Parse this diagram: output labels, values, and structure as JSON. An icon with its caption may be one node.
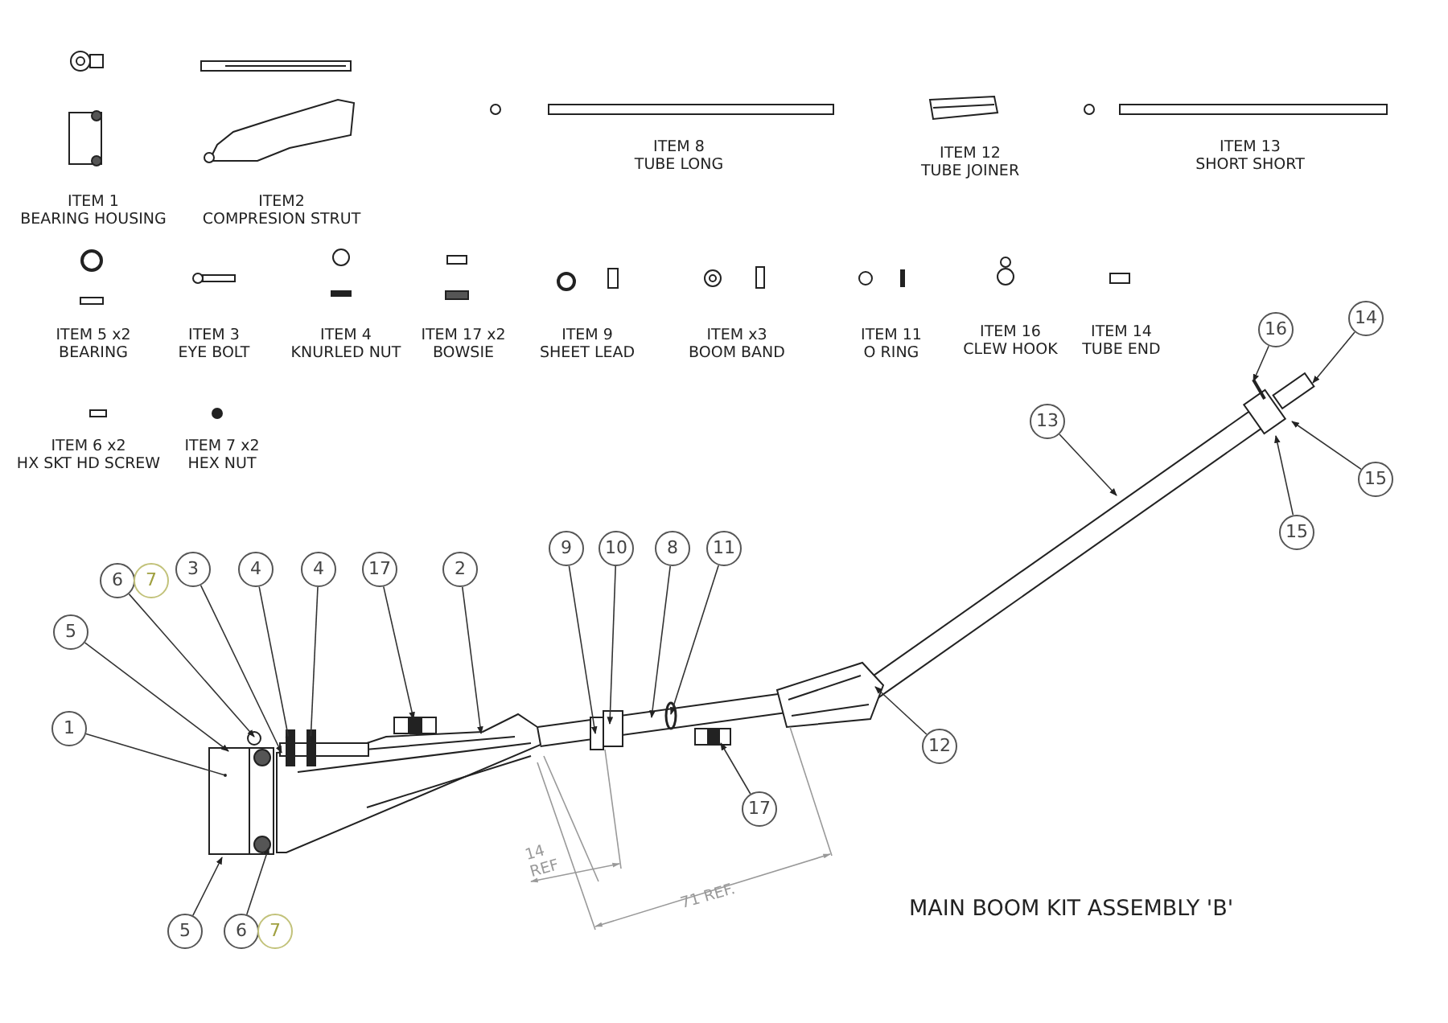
{
  "diagram": {
    "title": "MAIN BOOM KIT ASSEMBLY 'B'",
    "nodes": [
      {
        "text": [
          "16"
        ]
      },
      {
        "text": [
          "14"
        ]
      },
      {
        "text": [
          "13"
        ]
      },
      {
        "text": [
          "15"
        ]
      },
      {
        "text": [
          "15"
        ]
      },
      {
        "text": [
          "6"
        ]
      },
      {
        "text": [
          "7"
        ]
      },
      {
        "text": [
          "3"
        ]
      },
      {
        "text": [
          "4"
        ]
      },
      {
        "text": [
          "4"
        ]
      },
      {
        "text": [
          "17"
        ]
      },
      {
        "text": [
          "2"
        ]
      },
      {
        "text": [
          "9"
        ]
      },
      {
        "text": [
          "10"
        ]
      },
      {
        "text": [
          "8"
        ]
      },
      {
        "text": [
          "11"
        ]
      },
      {
        "text": [
          "5"
        ]
      },
      {
        "text": [
          "1"
        ]
      },
      {
        "text": [
          "12"
        ]
      },
      {
        "text": [
          "17"
        ]
      },
      {
        "text": [
          "5"
        ]
      },
      {
        "text": [
          "6"
        ]
      },
      {
        "text": [
          "7"
        ]
      }
    ],
    "edges": [
      {
        "from": 0,
        "to": null,
        "arrow": "to"
      },
      {
        "from": 1,
        "to": null,
        "arrow": "to"
      },
      {
        "from": 2,
        "to": null,
        "arrow": "to"
      },
      {
        "from": 3,
        "to": null,
        "arrow": "to"
      },
      {
        "from": 4,
        "to": null,
        "arrow": "to"
      },
      {
        "from": 5,
        "to": null,
        "arrow": "to"
      },
      {
        "from": 7,
        "to": null,
        "arrow": "to"
      },
      {
        "from": 8,
        "to": null,
        "arrow": "to"
      },
      {
        "from": 9,
        "to": null,
        "arrow": "to"
      },
      {
        "from": 10,
        "to": null,
        "arrow": "to"
      },
      {
        "from": 11,
        "to": null,
        "arrow": "to"
      },
      {
        "from": 12,
        "to": null,
        "arrow": "to"
      },
      {
        "from": 13,
        "to": null,
        "arrow": "to"
      },
      {
        "from": 14,
        "to": null,
        "arrow": "to"
      },
      {
        "from": 15,
        "to": null,
        "arrow": "to"
      },
      {
        "from": 16,
        "to": null,
        "arrow": "to"
      },
      {
        "from": 17,
        "to": null,
        "arrow": "other"
      },
      {
        "from": 18,
        "to": null,
        "arrow": "to"
      },
      {
        "from": 19,
        "to": null,
        "arrow": "to"
      },
      {
        "from": 20,
        "to": null,
        "arrow": "to"
      },
      {
        "from": 21,
        "to": null,
        "arrow": "to"
      }
    ],
    "labels": [
      "ITEM 1 BEARING HOUSING",
      "ITEM2 COMPRESION STRUT",
      "ITEM 8 TUBE LONG",
      "ITEM 12 TUBE JOINER",
      "ITEM 13 SHORT SHORT",
      "ITEM 5 x2 BEARING",
      "ITEM 3 EYE BOLT",
      "ITEM 4 KNURLED NUT",
      "ITEM 17 x2 BOWSIE",
      "ITEM 9 SHEET LEAD",
      "ITEM x3 BOOM BAND",
      "ITEM 11 O RING",
      "ITEM 16 CLEW HOOK",
      "ITEM 14 TUBE END",
      "ITEM 6 x2 HX SKT HD SCREW",
      "ITEM 7 x2 HEX NUT",
      "14 REF",
      "71 REF."
    ]
  }
}
